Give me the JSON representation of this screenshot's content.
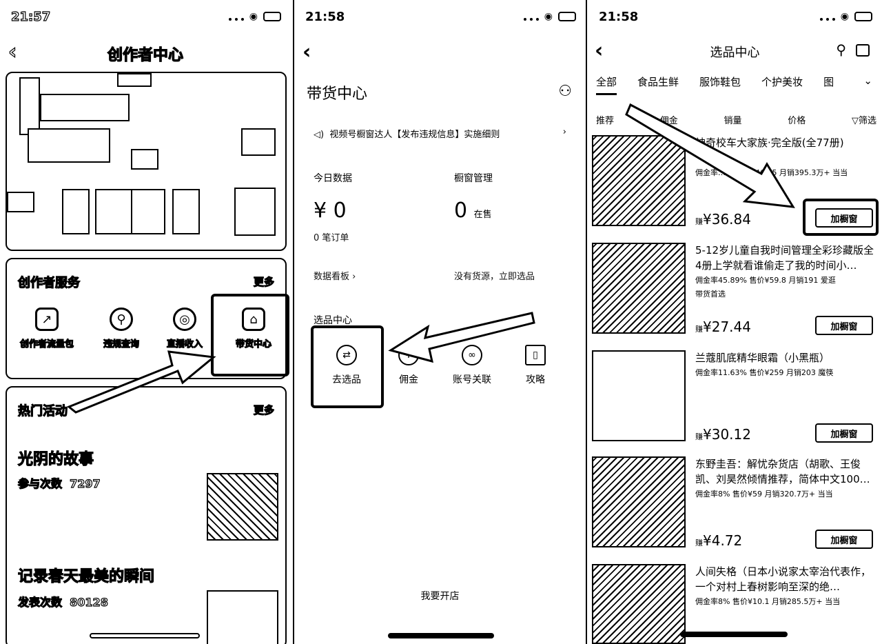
{
  "panel1": {
    "time": "21:57",
    "title": "创作者中心",
    "services": {
      "title": "创作者服务",
      "more": "更多",
      "items": [
        {
          "label": "创作者流量包",
          "icon": "trend-icon"
        },
        {
          "label": "违规查询",
          "icon": "user-search-icon"
        },
        {
          "label": "直播收入",
          "icon": "live-icon"
        },
        {
          "label": "带货中心",
          "icon": "store-icon"
        }
      ]
    },
    "activities": {
      "title": "热门活动",
      "more": "更多",
      "items": [
        {
          "title": "光阴的故事",
          "metric_label": "参与次数",
          "metric_value": "7297"
        },
        {
          "title": "记录春天最美的瞬间",
          "metric_label": "发表次数",
          "metric_value": "80128"
        }
      ]
    }
  },
  "panel2": {
    "time": "21:58",
    "title": "带货中心",
    "notice": "视频号橱窗达人【发布违规信息】实施细则",
    "today": {
      "label": "今日数据",
      "value": "¥ 0",
      "orders": "0 笔订单",
      "link": "数据看板 ›"
    },
    "window": {
      "label": "橱窗管理",
      "value": "0",
      "unit": "在售",
      "link": "没有货源，立即选品"
    },
    "select_center": "选品中心",
    "tools": [
      "去选品",
      "佣金",
      "账号关联",
      "攻略"
    ],
    "open_store": "我要开店"
  },
  "panel3": {
    "time": "21:58",
    "title": "选品中心",
    "categories": [
      "全部",
      "食品生鲜",
      "服饰鞋包",
      "个护美妆",
      "图"
    ],
    "sorts": [
      "推荐",
      "佣金",
      "销量",
      "价格",
      "筛选"
    ],
    "add_label": "加橱窗",
    "products": [
      {
        "name": "神奇校车大家族·完全版(全77册)",
        "meta": "佣金率…%  售价¥460.5  月销395.3万+  当当",
        "tag": "",
        "price": "36.84"
      },
      {
        "name": "5-12岁儿童自我时间管理全彩珍藏版全4册上学就看谁偷走了我的时间小…",
        "meta": "佣金率45.89%  售价¥59.8  月销191  爱逛",
        "tag": "带货首选",
        "price": "27.44"
      },
      {
        "name": "兰蔻肌底精华眼霜（小黑瓶）",
        "meta": "佣金率11.63%  售价¥259  月销203  魔筷",
        "tag": "",
        "price": "30.12"
      },
      {
        "name": "东野圭吾：解忧杂货店（胡歌、王俊凯、刘昊然倾情推荐，简体中文100…",
        "meta": "佣金率8%  售价¥59  月销320.7万+  当当",
        "tag": "",
        "price": "4.72"
      },
      {
        "name": "人间失格（日本小说家太宰治代表作，一个对村上春树影响至深的绝…",
        "meta": "佣金率8%  售价¥10.1  月销285.5万+  当当",
        "tag": "",
        "price": ""
      }
    ]
  }
}
